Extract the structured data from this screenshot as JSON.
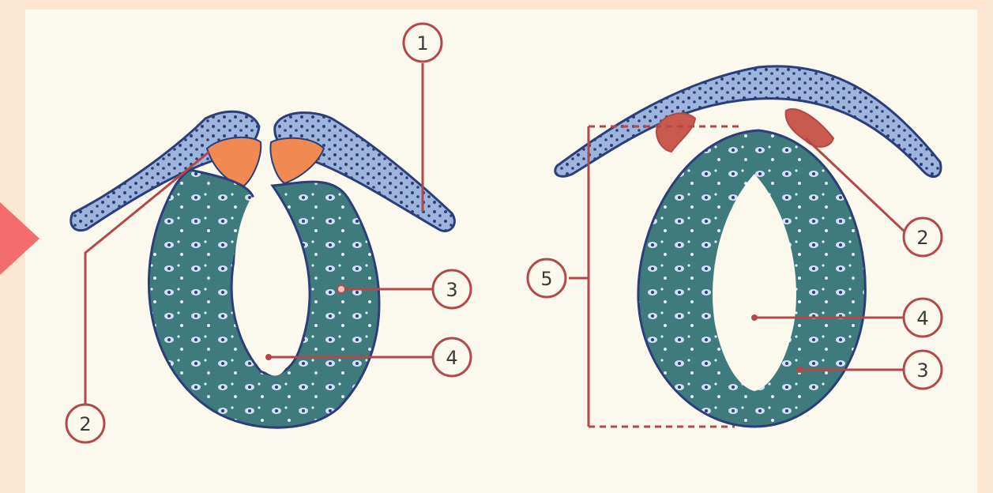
{
  "diagram": {
    "left_panel": {
      "markers": [
        {
          "id": "1",
          "label": "1"
        },
        {
          "id": "2",
          "label": "2"
        },
        {
          "id": "3",
          "label": "3"
        },
        {
          "id": "4",
          "label": "4"
        }
      ]
    },
    "right_panel": {
      "markers": [
        {
          "id": "2",
          "label": "2"
        },
        {
          "id": "3",
          "label": "3"
        },
        {
          "id": "4",
          "label": "4"
        },
        {
          "id": "5",
          "label": "5"
        }
      ]
    }
  },
  "colors": {
    "page_bg": "#fde6d2",
    "panel_bg": "#fbf9ee",
    "ectoderm_fill": "#9db4dd",
    "neural_tube_fill": "#3f7a7d",
    "outline": "#2c3f78",
    "crest_fill": "#f08a52",
    "leader_line": "#b44848",
    "arrow_tab": "#f26d6d"
  }
}
